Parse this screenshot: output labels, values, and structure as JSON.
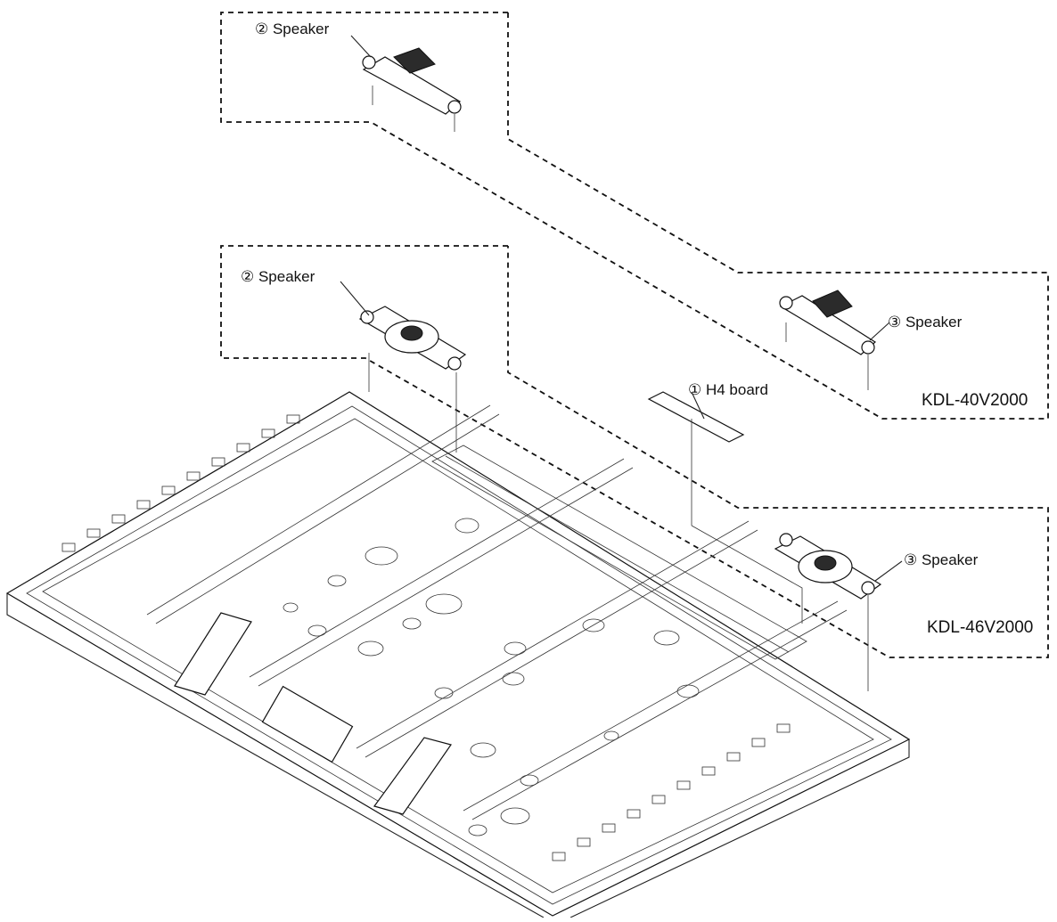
{
  "callouts": {
    "speaker_2_top": "② Speaker",
    "speaker_2_mid": "② Speaker",
    "speaker_3_40": "③ Speaker",
    "speaker_3_46": "③ Speaker",
    "h4_board": "① H4 board"
  },
  "models": {
    "model_40": "KDL-40V2000",
    "model_46": "KDL-46V2000"
  },
  "colors": {
    "line": "#111111",
    "background": "#ffffff",
    "part_fill": "#2b2b2b"
  }
}
